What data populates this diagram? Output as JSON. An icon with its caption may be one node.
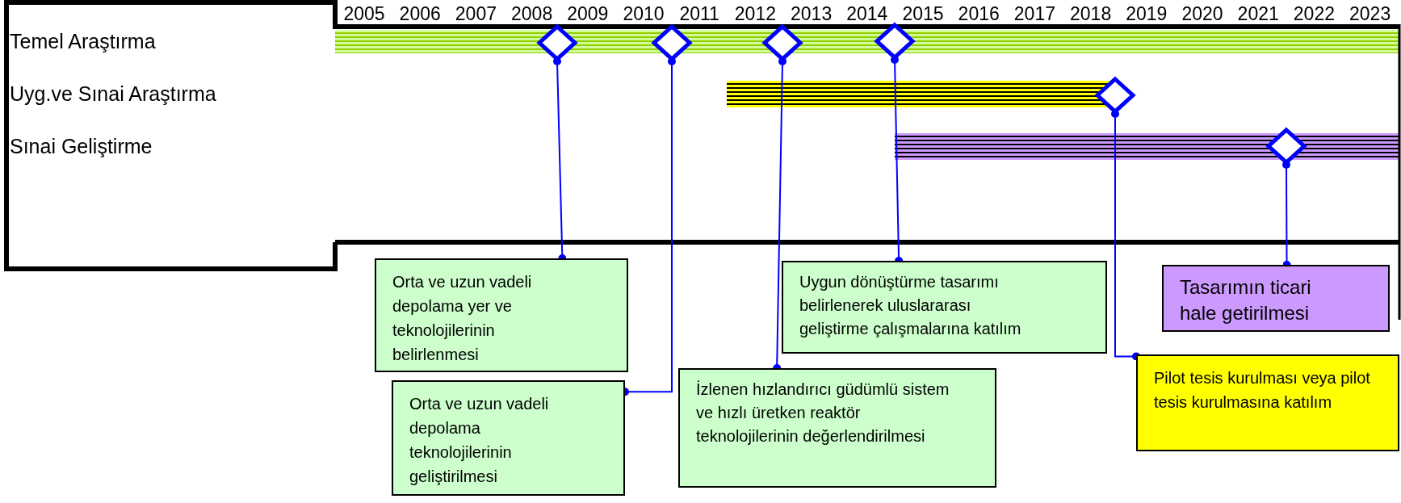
{
  "diagram": {
    "nodes": [
      {
        "text": [],
        "shape": "diamond"
      },
      {
        "text": [],
        "shape": "diamond"
      },
      {
        "text": [],
        "shape": "diamond"
      },
      {
        "text": [],
        "shape": "diamond"
      },
      {
        "text": [],
        "shape": "diamond"
      },
      {
        "text": [],
        "shape": "diamond"
      },
      {
        "text": [
          "Orta ve uzun vadeli depolama yer ve teknolojilerinin belirlenmesi"
        ]
      },
      {
        "text": [
          "Uygun dönüştürme tasarımı belirlenerek uluslararası geliştirme çalışmalarına katılım"
        ]
      },
      {
        "text": [
          "Tasarımın ticari hale getirilmesi"
        ]
      },
      {
        "text": [
          "Orta ve uzun vadeli depolama teknolojilerinin geliştirilmesi"
        ]
      },
      {
        "text": [
          "İzlenen hızlandırıcı güdümlü sistem ve hızlı üretken reaktör teknolojilerinin değerlendirilmesi"
        ]
      },
      {
        "text": [
          "Pilot tesis kurulması veya pilot tesis kurulmasına katılım"
        ]
      },
      {
        "text": [],
        "shape": "bar"
      },
      {
        "text": [],
        "shape": "bar"
      },
      {
        "text": [],
        "shape": "bar"
      }
    ],
    "edges": [
      {
        "from": 0,
        "to": 6,
        "arrow": "other"
      },
      {
        "from": 1,
        "to": 9,
        "arrow": "other"
      },
      {
        "from": 2,
        "to": 10,
        "arrow": "other"
      },
      {
        "from": 3,
        "to": 7,
        "arrow": "other"
      },
      {
        "from": 4,
        "to": 11,
        "arrow": "other"
      },
      {
        "from": 5,
        "to": 8,
        "arrow": "other"
      }
    ],
    "labels": [
      "2005",
      "2006",
      "2007",
      "2008",
      "2009",
      "2010",
      "2011",
      "2012",
      "2013",
      "2014",
      "2015",
      "2016",
      "2017",
      "2018",
      "2019",
      "2020",
      "2021",
      "2022",
      "2023",
      "Temel Araştırma",
      "Uyg.ve Sınai Araştırma",
      "Sınai Geliştirme"
    ]
  }
}
